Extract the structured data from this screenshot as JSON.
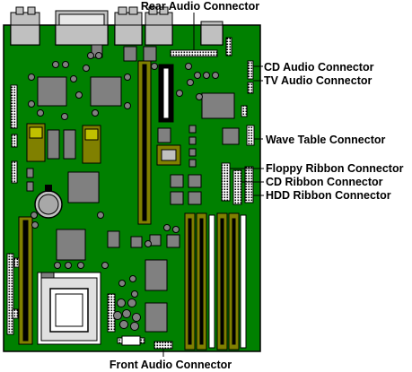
{
  "labels": {
    "rear_audio": "Rear Audio Connector",
    "cd_audio": "CD Audio Connector",
    "tv_audio": "TV Audio Connector",
    "wave_table": "Wave Table Connector",
    "floppy_ribbon": "Floppy Ribbon Connector",
    "cd_ribbon": "CD Ribbon Connector",
    "hdd_ribbon": "HDD Ribbon Connector",
    "front_audio": "Front Audio Connector"
  },
  "colors": {
    "board": "#008000",
    "chip": "#808080",
    "slot": "#808000",
    "label_text": "#000000"
  }
}
